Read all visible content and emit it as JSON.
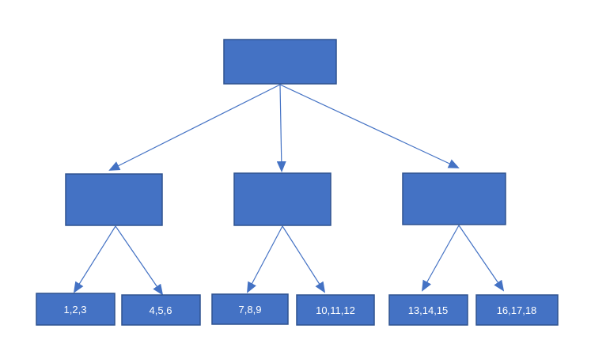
{
  "diagram": {
    "colors": {
      "node_fill": "#4472C4",
      "node_border": "#2F528F",
      "edge": "#4472C4",
      "label": "#ffffff"
    },
    "nodes": [
      {
        "id": "root",
        "label": ""
      },
      {
        "id": "mid-left",
        "label": ""
      },
      {
        "id": "mid-center",
        "label": ""
      },
      {
        "id": "mid-right",
        "label": ""
      },
      {
        "id": "leaf-1",
        "label": "1,2,3"
      },
      {
        "id": "leaf-2",
        "label": "4,5,6"
      },
      {
        "id": "leaf-3",
        "label": "7,8,9"
      },
      {
        "id": "leaf-4",
        "label": "10,11,12"
      },
      {
        "id": "leaf-5",
        "label": "13,14,15"
      },
      {
        "id": "leaf-6",
        "label": "16,17,18"
      }
    ],
    "edges": [
      {
        "from": "root",
        "to": "mid-left"
      },
      {
        "from": "root",
        "to": "mid-center"
      },
      {
        "from": "root",
        "to": "mid-right"
      },
      {
        "from": "mid-left",
        "to": "leaf-1"
      },
      {
        "from": "mid-left",
        "to": "leaf-2"
      },
      {
        "from": "mid-center",
        "to": "leaf-3"
      },
      {
        "from": "mid-center",
        "to": "leaf-4"
      },
      {
        "from": "mid-right",
        "to": "leaf-5"
      },
      {
        "from": "mid-right",
        "to": "leaf-6"
      }
    ]
  }
}
